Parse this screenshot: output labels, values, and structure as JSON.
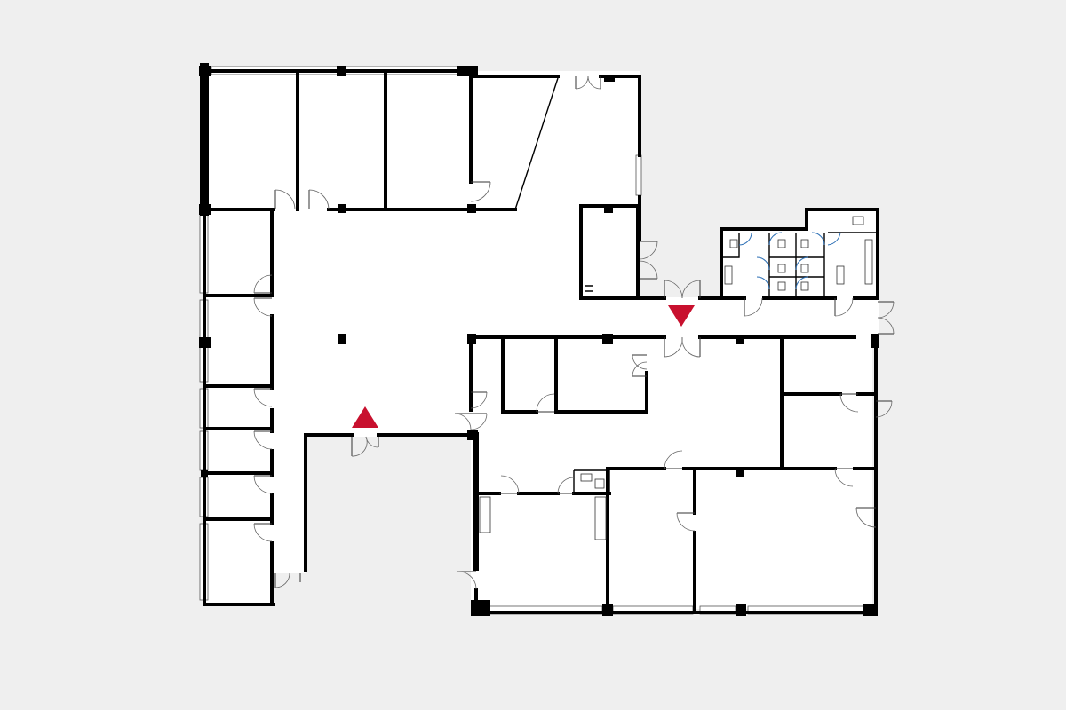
{
  "plan": {
    "background": "#efefef",
    "floor_color": "#ffffff",
    "wall_color": "#000000",
    "entrance_color": "#c8102e",
    "entrance_markers": [
      {
        "name": "entrance-marker-corridor-north",
        "direction": "down"
      },
      {
        "name": "entrance-marker-courtyard",
        "direction": "up"
      }
    ]
  }
}
